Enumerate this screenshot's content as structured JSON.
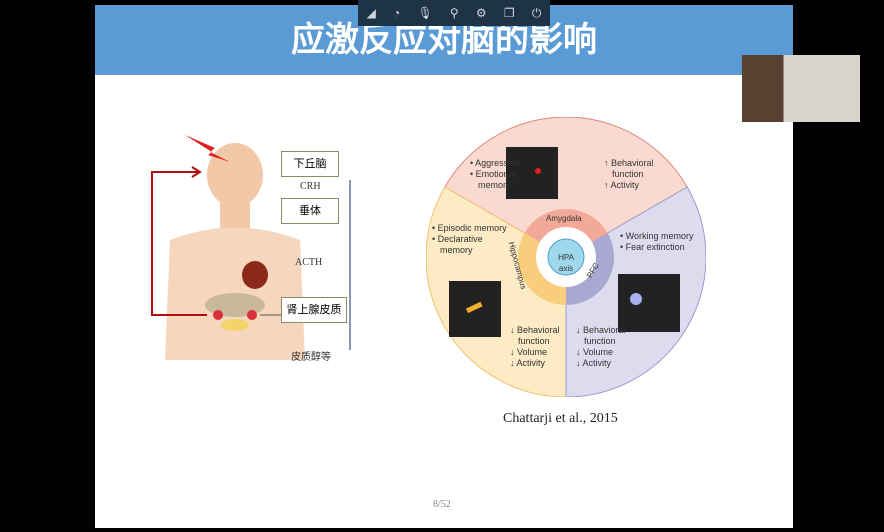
{
  "title": "应激反应对脑的影响",
  "toolbar": {
    "icons": [
      "signal-icon",
      "screen-icon",
      "mic-icon",
      "search-icon",
      "settings-icon",
      "copy-icon",
      "power-icon"
    ]
  },
  "diagram_left": {
    "hypothalamus": "下丘脑",
    "crh": "CRH",
    "pituitary": "垂体",
    "acth": "ACTH",
    "adrenal": "肾上腺皮质",
    "cortisol": "皮质醇等"
  },
  "diagram_right": {
    "center": [
      "HPA",
      "axis"
    ],
    "regions": {
      "amygdala": "Amygdala",
      "hippocampus": "Hippocampus",
      "pfc": "PFC"
    },
    "amygdala_left": [
      "• Aggression",
      "• Emotional",
      "  memory"
    ],
    "amygdala_right": [
      "↑ Behavioral",
      "  function",
      "↑ Activity"
    ],
    "hippo_top": [
      "• Episodic memory",
      "• Declarative",
      "  memory"
    ],
    "hippo_bottom": [
      "↓ Behavioral",
      "  function",
      "↓ Volume",
      "↓ Activity"
    ],
    "pfc_top": [
      "• Working memory",
      "• Fear extinction"
    ],
    "pfc_bottom": [
      "↓ Behavioral",
      "  function",
      "↓ Volume",
      "↓ Activity"
    ]
  },
  "citation": "Chattarji et al., 2015",
  "page": "8/52"
}
